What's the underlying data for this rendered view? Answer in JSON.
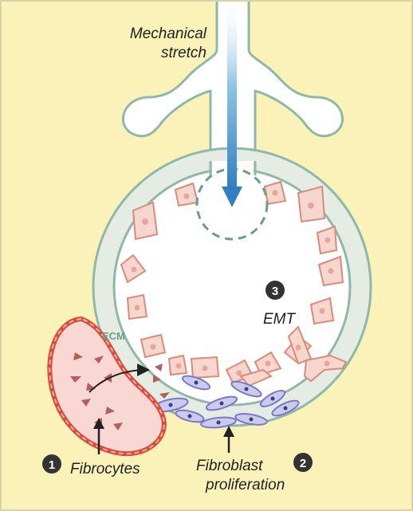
{
  "labels": {
    "mechanical": [
      "Mechanical",
      "stretch"
    ],
    "ecm": "ECM",
    "emt": "EMT",
    "fibrocytes": "Fibrocytes",
    "fibroblast": [
      "Fibroblast",
      "proliferation"
    ]
  },
  "markers": [
    "1",
    "2",
    "3"
  ],
  "colors": {
    "background": "#fbf2b9",
    "airway": "#ffffff",
    "outline": "#8fb8a7",
    "alveolus_wall": "#e5ece3",
    "epithelial_cell": "#f6d6cd",
    "epithelial_edge": "#d98b7c",
    "vessel_edge": "#d84c3c",
    "fibroblast": "#ccc9ee",
    "fibroblast_edge": "#7b78c6",
    "fibrocyte": "#b0625a",
    "arrow": "#3a86c8",
    "marker": "#333333"
  },
  "icons": [
    "down-arrow-icon",
    "curved-arrow-icon",
    "up-arrow-icon"
  ]
}
